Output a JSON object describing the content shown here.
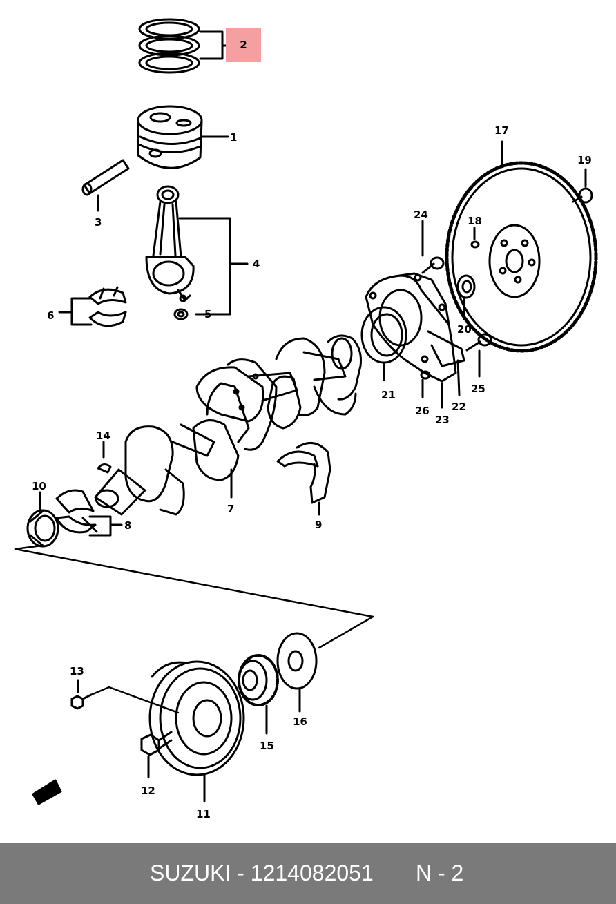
{
  "callouts": {
    "c1": "1",
    "c2": "2",
    "c3": "3",
    "c4": "4",
    "c5": "5",
    "c6": "6",
    "c7": "7",
    "c8": "8",
    "c9": "9",
    "c10": "10",
    "c11": "11",
    "c12": "12",
    "c13": "13",
    "c14": "14",
    "c15": "15",
    "c16": "16",
    "c17": "17",
    "c18": "18",
    "c19": "19",
    "c20": "20",
    "c21": "21",
    "c22": "22",
    "c23": "23",
    "c24": "24",
    "c25": "25",
    "c26": "26"
  },
  "highlight": {
    "label": "2",
    "color": "#f4a0a0"
  },
  "footer": {
    "part_text": "SUZUKI - 1214082051",
    "page_text": "N - 2",
    "background": "#7a7a7a",
    "text_color": "#ffffff"
  }
}
